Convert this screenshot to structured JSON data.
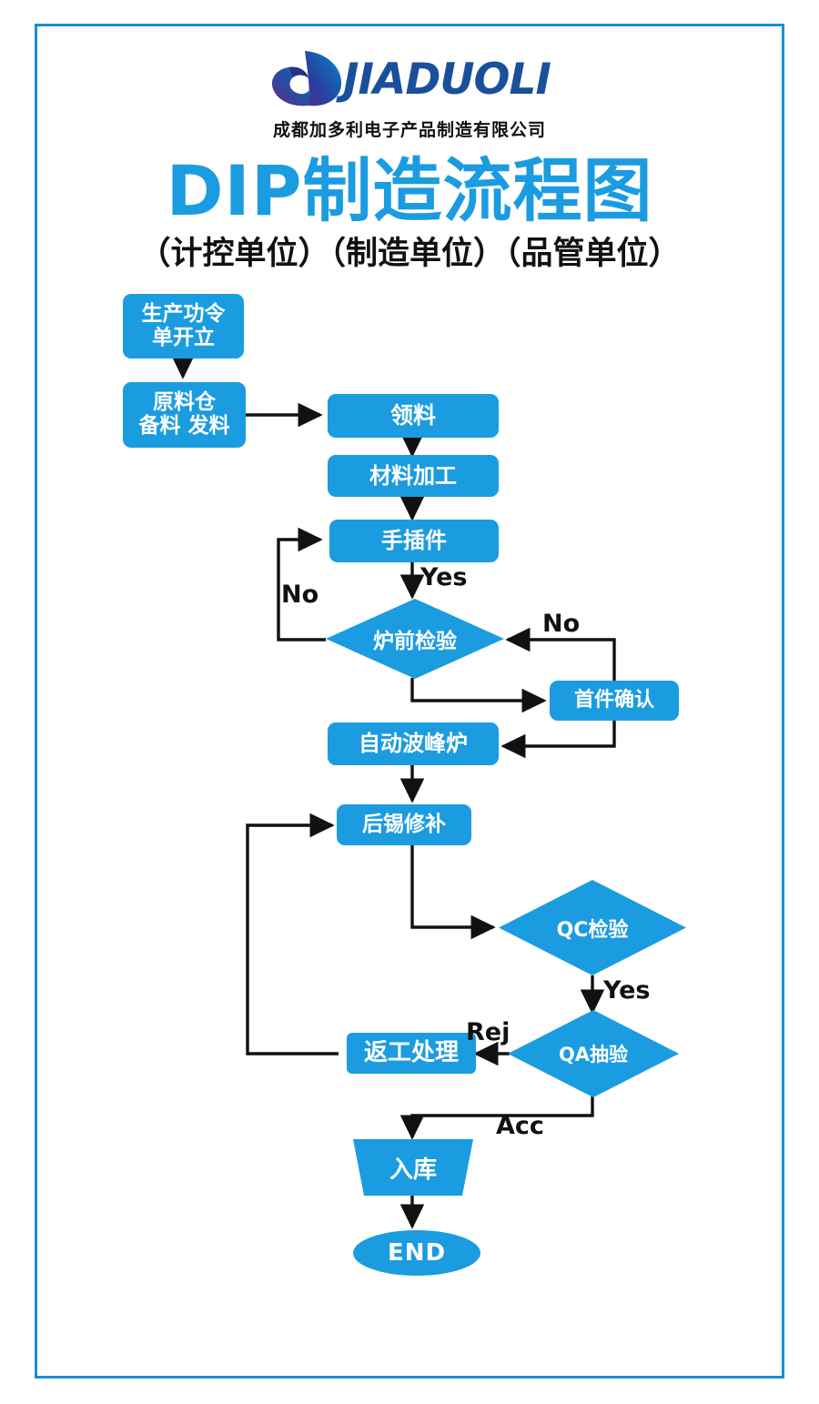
{
  "poster": {
    "border_color": "#1b8fd4",
    "accent_color": "#1b9ce0",
    "logo_word_color": "#1a4f9c"
  },
  "branding": {
    "logo_wordmark": "JIADUOLI",
    "logo_mark_icon": "jiaduoli-swoosh-logo",
    "company_name": "成都加多利电子产品制造有限公司"
  },
  "titles": {
    "main": "DIP制造流程图",
    "sub": "（计控单位）（制造单位）（品管单位）"
  },
  "chart_data": {
    "type": "diagram",
    "title": "DIP制造流程图",
    "nodes": [
      {
        "id": "n1",
        "label": "生产功令\n单开立",
        "shape": "rounded-rect"
      },
      {
        "id": "n2",
        "label": "原料仓\n备料 发料",
        "shape": "rounded-rect"
      },
      {
        "id": "n3",
        "label": "领料",
        "shape": "rounded-rect"
      },
      {
        "id": "n4",
        "label": "材料加工",
        "shape": "rounded-rect"
      },
      {
        "id": "n5",
        "label": "手插件",
        "shape": "rounded-rect"
      },
      {
        "id": "n6",
        "label": "炉前检验",
        "shape": "diamond"
      },
      {
        "id": "n7",
        "label": "首件确认",
        "shape": "rounded-rect"
      },
      {
        "id": "n8",
        "label": "自动波峰炉",
        "shape": "rounded-rect"
      },
      {
        "id": "n9",
        "label": "后锡修补",
        "shape": "rounded-rect"
      },
      {
        "id": "n10",
        "label": "QC检验",
        "shape": "diamond"
      },
      {
        "id": "n11",
        "label": "QA抽验",
        "shape": "diamond"
      },
      {
        "id": "n12",
        "label": "返工处理",
        "shape": "rounded-rect"
      },
      {
        "id": "n13",
        "label": "入库",
        "shape": "trapezoid"
      },
      {
        "id": "n14",
        "label": "END",
        "shape": "ellipse"
      }
    ],
    "edges": [
      {
        "from": "n1",
        "to": "n2",
        "label": ""
      },
      {
        "from": "n2",
        "to": "n3",
        "label": ""
      },
      {
        "from": "n3",
        "to": "n4",
        "label": ""
      },
      {
        "from": "n4",
        "to": "n5",
        "label": ""
      },
      {
        "from": "n5",
        "to": "n6",
        "label": "Yes"
      },
      {
        "from": "n6",
        "to": "n5",
        "label": "No"
      },
      {
        "from": "n7",
        "to": "n6",
        "label": "No"
      },
      {
        "from": "n6",
        "to": "n7",
        "label": ""
      },
      {
        "from": "n7",
        "to": "n8",
        "label": ""
      },
      {
        "from": "n8",
        "to": "n9",
        "label": ""
      },
      {
        "from": "n9",
        "to": "n10",
        "label": ""
      },
      {
        "from": "n10",
        "to": "n11",
        "label": "Yes"
      },
      {
        "from": "n11",
        "to": "n12",
        "label": "Rej"
      },
      {
        "from": "n12",
        "to": "n9",
        "label": ""
      },
      {
        "from": "n11",
        "to": "n13",
        "label": "Acc"
      },
      {
        "from": "n13",
        "to": "n14",
        "label": ""
      }
    ],
    "edge_labels": {
      "yes_before_furnace": "Yes",
      "no_rework_loop": "No",
      "no_first_article": "No",
      "yes_qc": "Yes",
      "rej_qa": "Rej",
      "acc_qa": "Acc"
    }
  }
}
